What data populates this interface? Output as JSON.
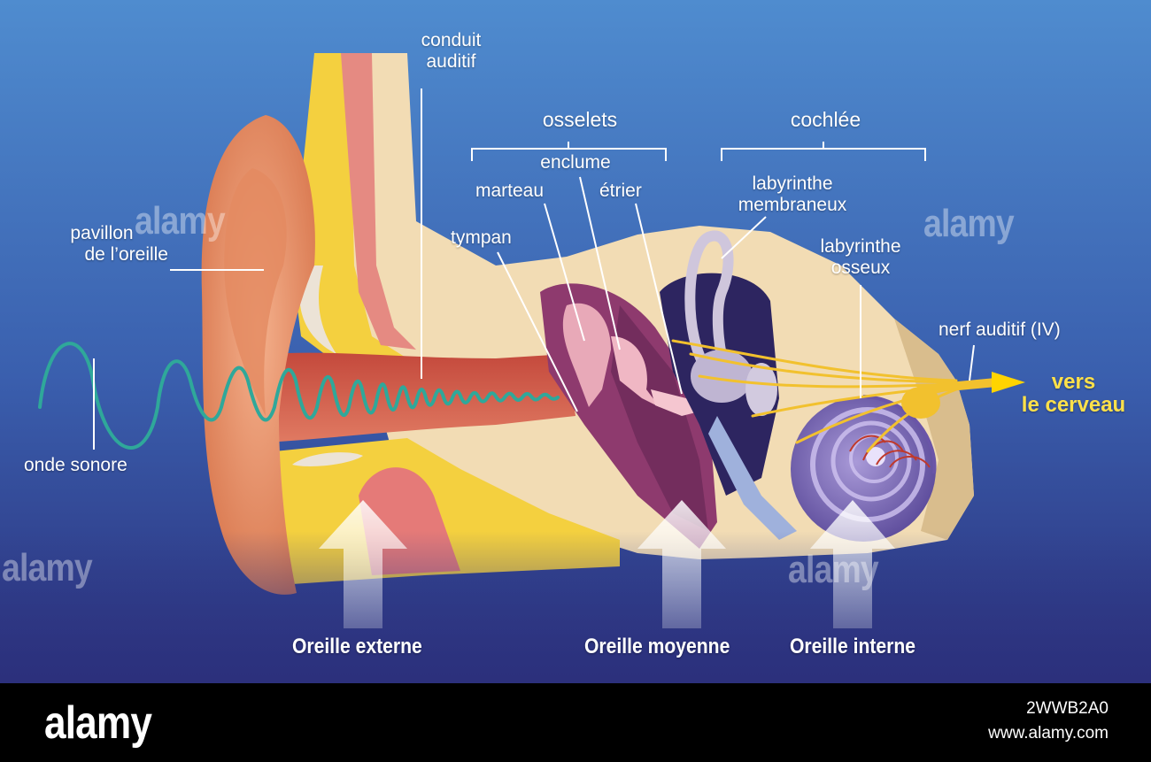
{
  "labels": {
    "conduit_line1": "conduit",
    "conduit_line2": "auditif",
    "osselets": "osselets",
    "cochlee": "cochlée",
    "enclume": "enclume",
    "marteau": "marteau",
    "etrier": "étrier",
    "labyrinthe_membraneux_line1": "labyrinthe",
    "labyrinthe_membraneux_line2": "membraneux",
    "pavillon_line1": "pavillon",
    "pavillon_line2": "de l’oreille",
    "tympan": "tympan",
    "labyrinthe_osseux_line1": "labyrinthe",
    "labyrinthe_osseux_line2": "osseux",
    "nerf_auditif": "nerf auditif (IV)",
    "vers_line1": "vers",
    "vers_line2": "le cerveau",
    "onde_sonore": "onde sonore"
  },
  "regions": {
    "externe": "Oreille externe",
    "moyenne": "Oreille moyenne",
    "interne": "Oreille interne"
  },
  "watermark": {
    "text": "alamy"
  },
  "footer": {
    "brand": "alamy",
    "image_id": "2WWB2A0",
    "site": "www.alamy.com"
  },
  "colors": {
    "background_top": "#4f8ccf",
    "background_bottom": "#2b2f7a",
    "accent_yellow": "#ffe14a",
    "sound_wave": "#2fa89a",
    "skin": "#e8906a",
    "bone": "#f2dcb4",
    "fat": "#f4d03f",
    "cochlea": "#7a64b8"
  }
}
